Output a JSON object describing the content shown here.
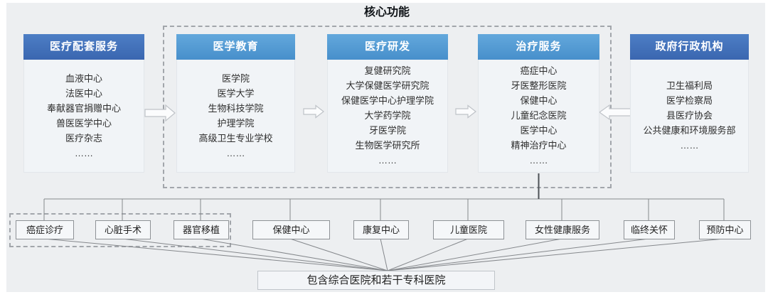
{
  "title": "核心功能",
  "colors": {
    "header_dark_blue": "#3a66b0",
    "header_light_blue": "#478fcb",
    "panel_background": "#f1f4f7",
    "page_background": "#edeff1",
    "connector_line": "#85888c",
    "feed_line": "#4d5156",
    "dashed_frame": "#a2a6ab"
  },
  "columns": [
    {
      "header": "医疗配套服务",
      "style": "dark",
      "in_core_frame": false,
      "items": [
        "血液中心",
        "法医中心",
        "奉献器官捐赠中心",
        "兽医医学中心",
        "医疗杂志",
        "……"
      ]
    },
    {
      "header": "医学教育",
      "style": "light",
      "in_core_frame": true,
      "items": [
        "医学院",
        "医学大学",
        "生物科技学院",
        "护理学院",
        "高级卫生专业学校",
        "……"
      ]
    },
    {
      "header": "医疗研发",
      "style": "light",
      "in_core_frame": true,
      "items": [
        "复健研究院",
        "大学保健医学研究院",
        "保健医学中心护理学院",
        "大学药学院",
        "牙医学院",
        "生物医学研究所",
        "……"
      ]
    },
    {
      "header": "治疗服务",
      "style": "light",
      "in_core_frame": true,
      "items": [
        "癌症中心",
        "牙医整形医院",
        "保健中心",
        "儿童纪念医院",
        "医学中心",
        "精神治疗中心",
        "……"
      ]
    },
    {
      "header": "政府行政机构",
      "style": "dark",
      "in_core_frame": false,
      "items": [
        "卫生福利局",
        "医学检察局",
        "县医疗协会",
        "公共健康和环境服务部",
        "……"
      ]
    }
  ],
  "flow_arrows": [
    {
      "from": "医疗配套服务",
      "to": "医学教育",
      "direction": "right"
    },
    {
      "from": "医学教育",
      "to": "医疗研发",
      "direction": "right"
    },
    {
      "from": "医疗研发",
      "to": "治疗服务",
      "direction": "right"
    },
    {
      "from": "政府行政机构",
      "to": "治疗服务",
      "direction": "left"
    }
  ],
  "bottom_nodes": [
    "癌症诊疗",
    "心脏手术",
    "器官移植",
    "保健中心",
    "康复中心",
    "儿童医院",
    "女性健康服务",
    "临终关怀",
    "预防中心"
  ],
  "dashed_group_nodes": [
    "癌症诊疗",
    "心脏手术",
    "器官移植"
  ],
  "hospital": {
    "label": "包含综合医院和若干专科医院"
  }
}
